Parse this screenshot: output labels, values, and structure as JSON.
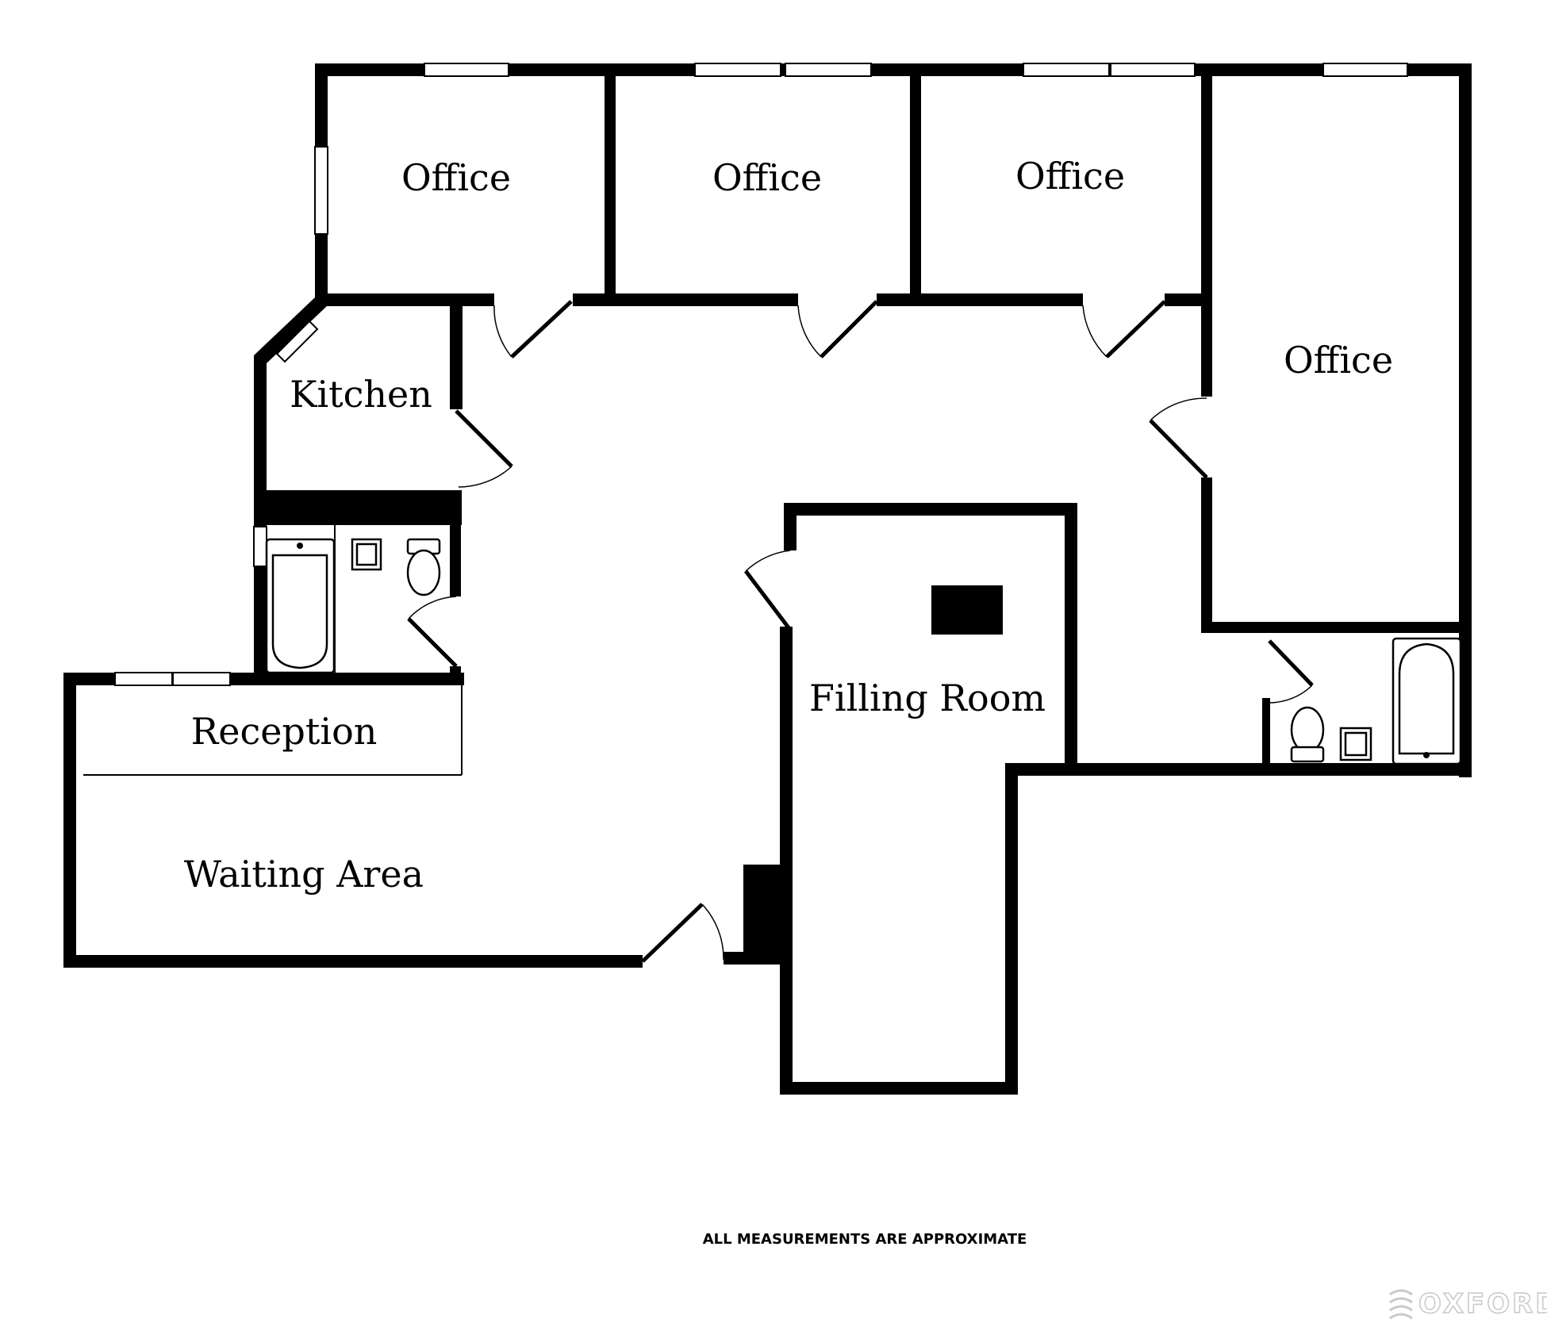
{
  "rooms": {
    "office_1": "Office",
    "office_2": "Office",
    "office_3": "Office",
    "office_4": "Office",
    "kitchen": "Kitchen",
    "filling_room": "Filling Room",
    "reception": "Reception",
    "waiting_area": "Waiting Area"
  },
  "footer": {
    "note": "ALL MEASUREMENTS ARE APPROXIMATE"
  },
  "watermark": {
    "brand": "OXFORD"
  }
}
